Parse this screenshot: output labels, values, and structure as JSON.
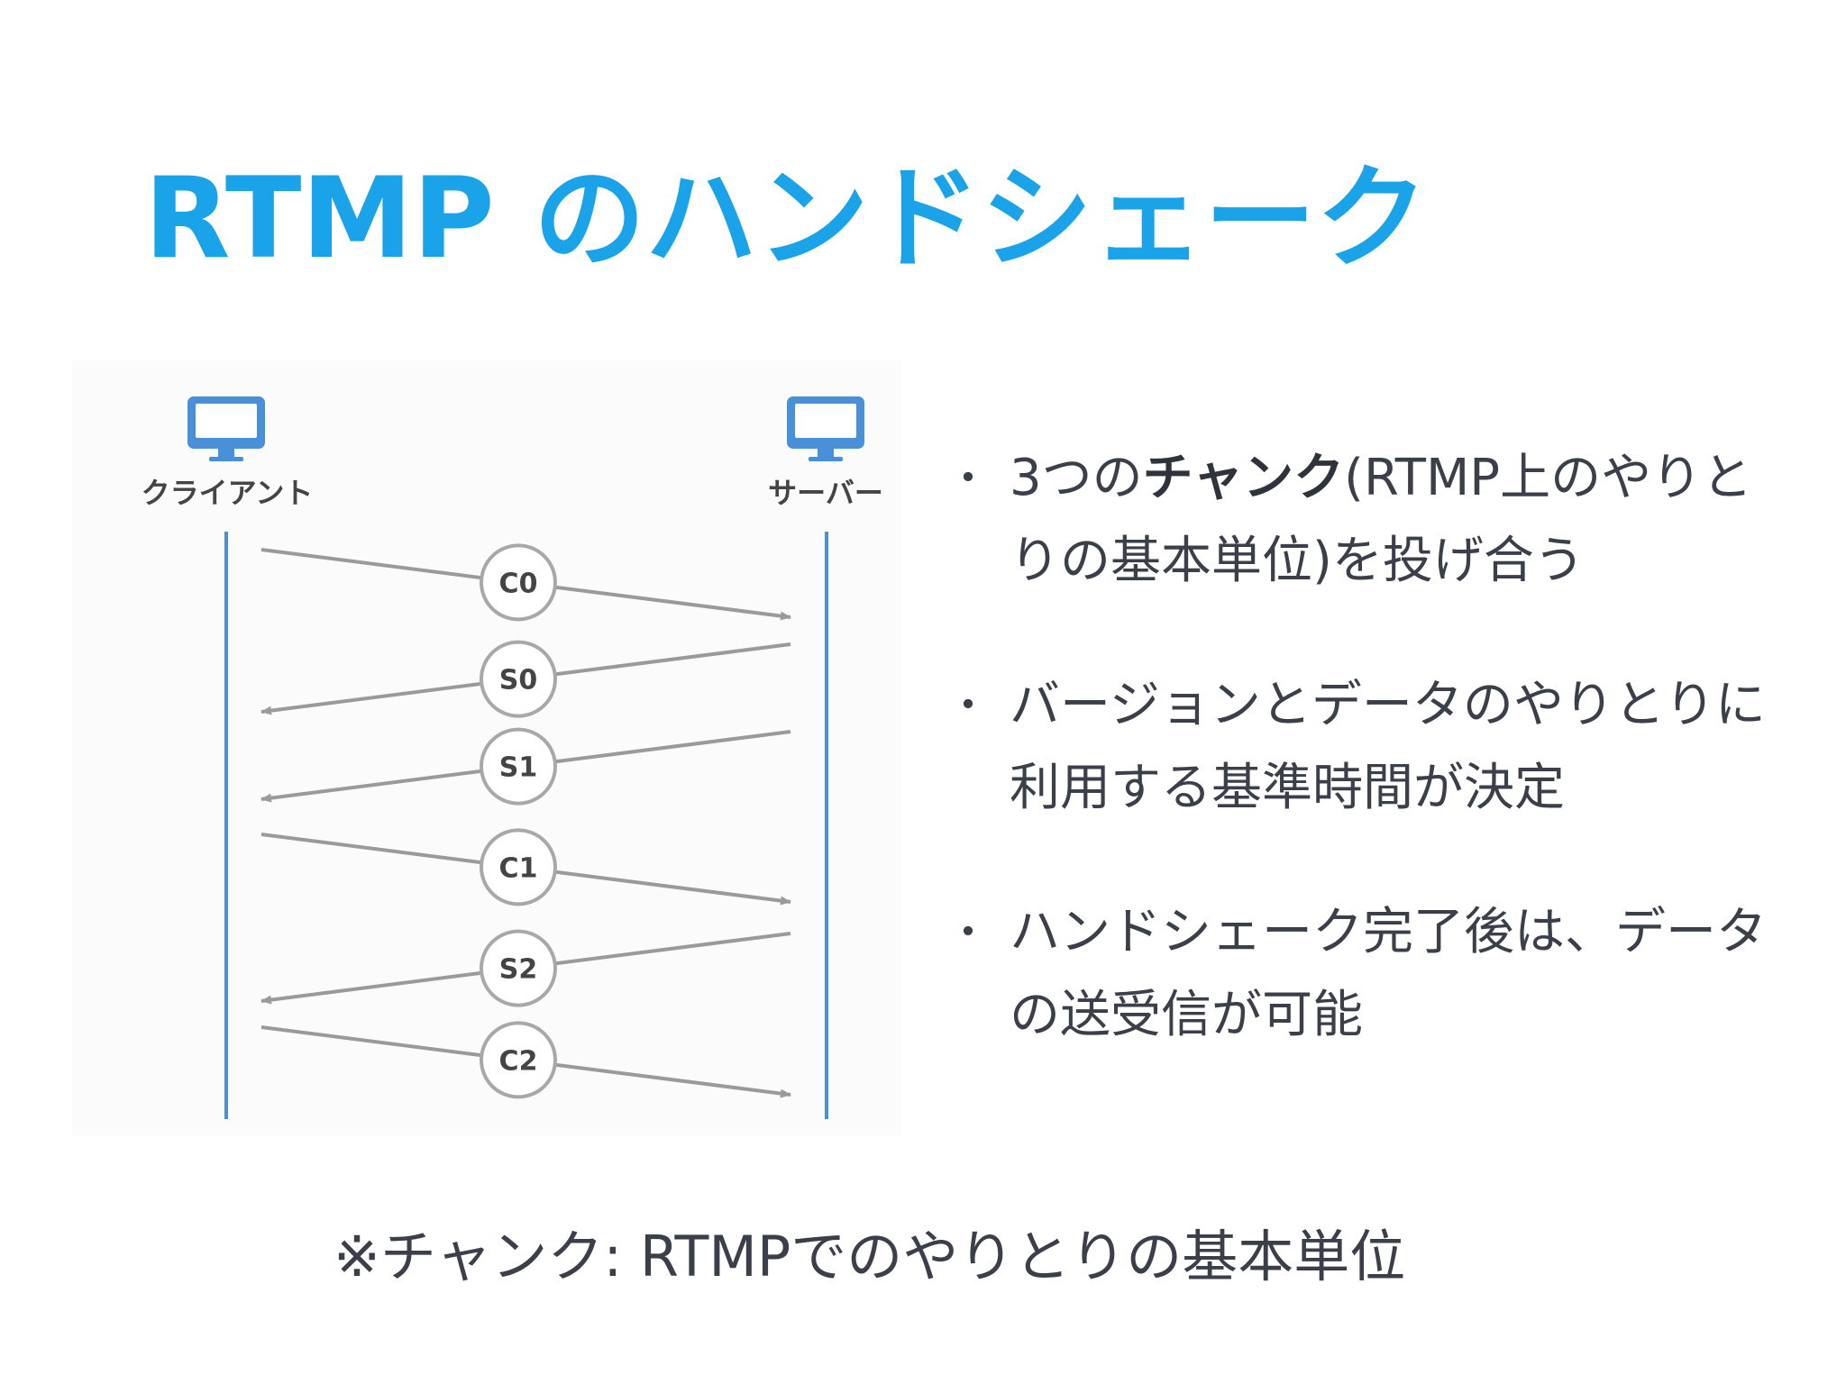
{
  "title": "RTMP のハンドシェーク",
  "diagram": {
    "client_label": "クライアント",
    "server_label": "サーバー",
    "client_icon": "monitor-icon",
    "server_icon": "monitor-icon",
    "colors": {
      "lifeline": "#4a90d9",
      "icon": "#4a90d9",
      "arrow": "#9a9a9a",
      "node_stroke": "#a8a8a8",
      "node_text": "#444444"
    },
    "messages": [
      {
        "label": "C0",
        "direction": "client-to-server"
      },
      {
        "label": "S0",
        "direction": "server-to-client"
      },
      {
        "label": "S1",
        "direction": "server-to-client"
      },
      {
        "label": "C1",
        "direction": "client-to-server"
      },
      {
        "label": "S2",
        "direction": "server-to-client"
      },
      {
        "label": "C2",
        "direction": "client-to-server"
      }
    ]
  },
  "bullets": [
    {
      "pre": "3つの",
      "bold": "チャンク",
      "post": "(RTMP上のやりとりの基本単位)を投げ合う"
    },
    {
      "pre": "バージョンとデータのやりとりに利用する基準時間が決定",
      "bold": "",
      "post": ""
    },
    {
      "pre": "ハンドシェーク完了後は、データの送受信が可能",
      "bold": "",
      "post": ""
    }
  ],
  "bullet_marker": "・",
  "footnote": "※チャンク: RTMPでのやりとりの基本単位"
}
